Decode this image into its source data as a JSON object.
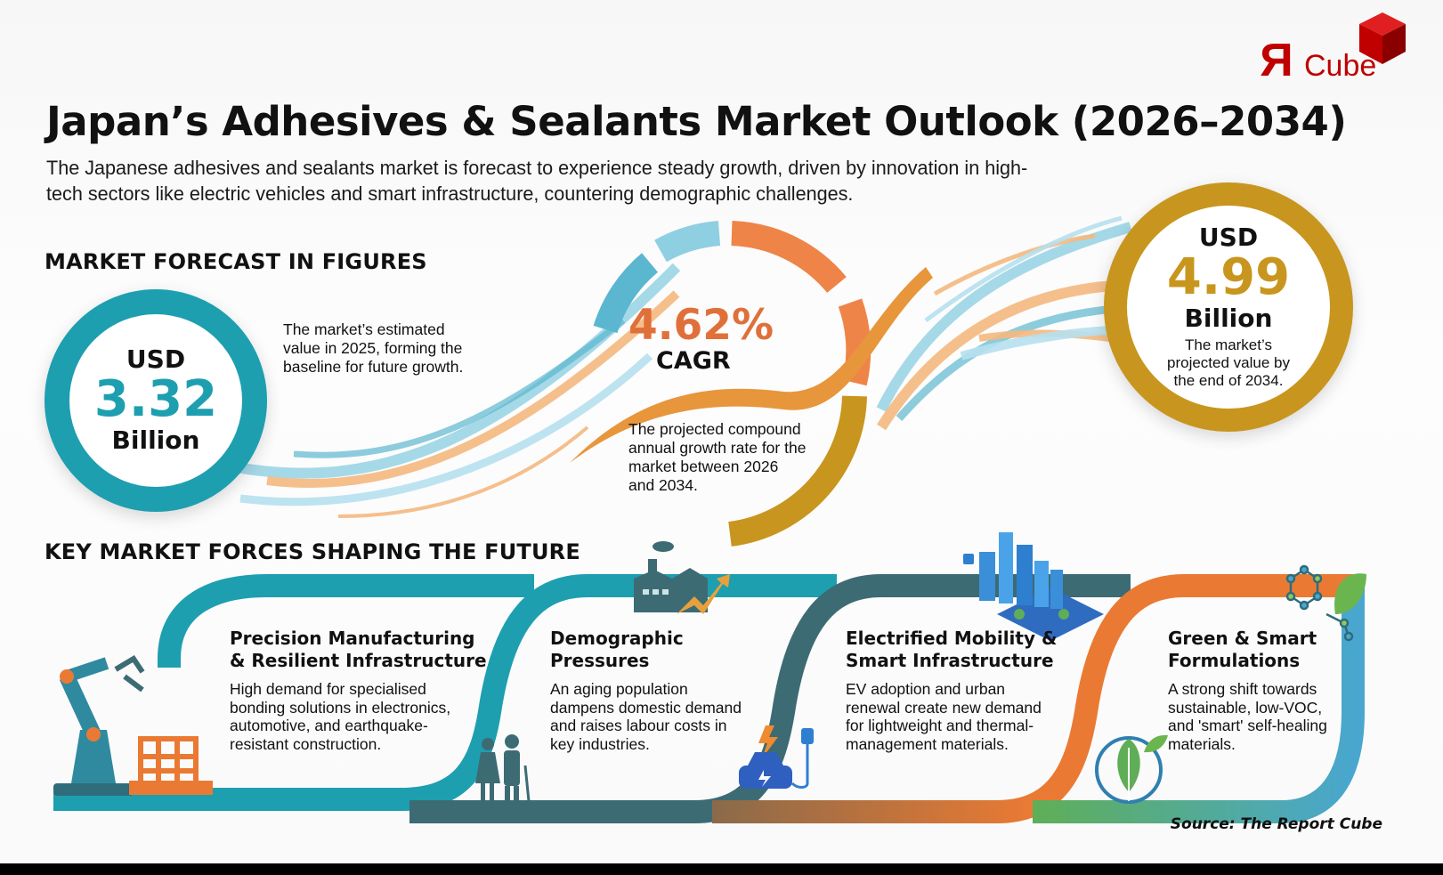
{
  "brand": {
    "logo_mark": "R",
    "logo_text": "Cube",
    "logo_color": "#c00000"
  },
  "header": {
    "title": "Japan’s Adhesives & Sealants Market Outlook (2026–2034)",
    "subtitle": "The Japanese adhesives and sealants market is forecast to experience steady growth, driven by innovation in high-tech sectors like electric vehicles and smart infrastructure,  countering demographic challenges."
  },
  "forecast": {
    "heading": "MARKET FORECAST IN FIGURES",
    "base": {
      "currency": "USD",
      "value": "3.32",
      "unit": "Billion",
      "description": "The market’s estimated value in 2025, forming the baseline for future growth.",
      "color": "#1d9fb0"
    },
    "cagr": {
      "value": "4.62%",
      "label": "CAGR",
      "description": "The projected compound annual growth rate for the market between 2026 and 2034.",
      "color": "#e0703a"
    },
    "projected": {
      "currency": "USD",
      "value": "4.99",
      "unit": "Billion",
      "description": "The market’s projected value by the end of 2034.",
      "color": "#c8961e"
    }
  },
  "forces": {
    "heading": "KEY MARKET FORCES SHAPING THE FUTURE",
    "items": [
      {
        "title": "Precision Manufacturing & Resilient Infrastructure",
        "description": "High demand for specialised bonding solutions in electronics, automotive, and earthquake-resistant construction.",
        "icon": "robot-arm-icon",
        "color": "#1d9fb0"
      },
      {
        "title": "Demographic Pressures",
        "description": "An aging population dampens domestic demand and raises labour costs in key industries.",
        "icon": "factory-icon",
        "color": "#3d6b74"
      },
      {
        "title": "Electrified Mobility & Smart Infrastructure",
        "description": "EV adoption and urban renewal create new demand for lightweight and thermal-management materials.",
        "icon": "smart-city-icon",
        "color": "#ea7a33"
      },
      {
        "title": "Green & Smart Formulations",
        "description": "A strong shift towards sustainable, low-VOC, and 'smart' self-healing materials.",
        "icon": "molecule-leaf-icon",
        "color": "#5fae57"
      }
    ]
  },
  "footer": {
    "source": "Source: The Report Cube"
  }
}
